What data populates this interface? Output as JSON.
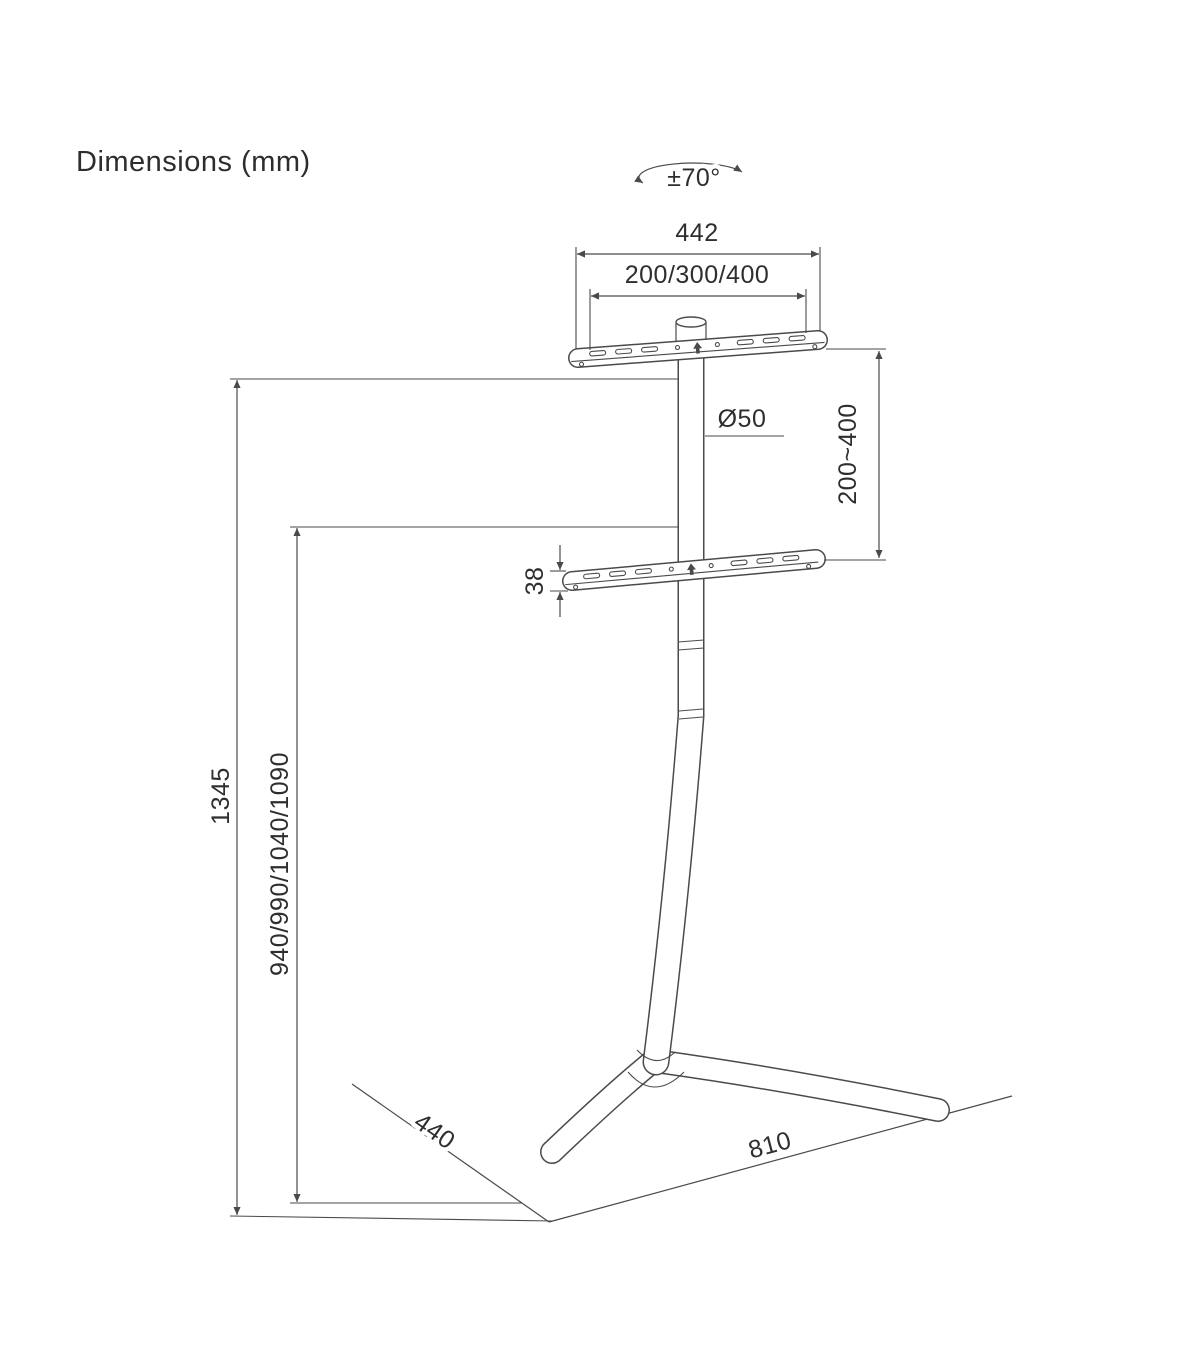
{
  "title": "Dimensions (mm)",
  "labels": {
    "rotation_angle": "±70°",
    "bracket_width": "442",
    "vesa_widths": "200/300/400",
    "pole_diameter": "Ø50",
    "vesa_height_range": "200~400",
    "bracket_thickness": "38",
    "total_height": "1345",
    "column_heights": "940/990/1040/1090",
    "base_depth": "440",
    "base_width": "810"
  },
  "colors": {
    "line": "#4a4a4a",
    "text": "#2e2e2e",
    "background": "#ffffff"
  }
}
